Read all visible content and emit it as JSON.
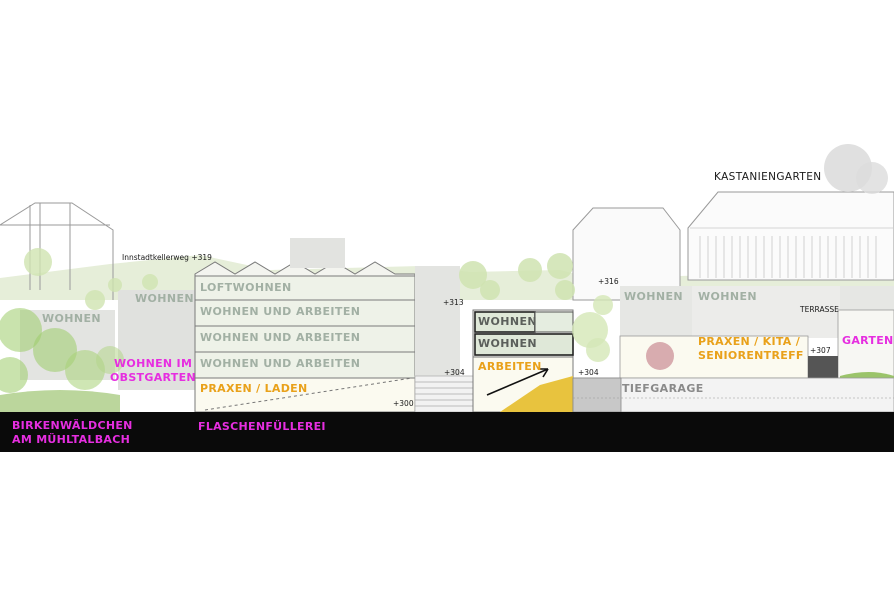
{
  "labels": {
    "kastaniengarten": "KASTANIENGARTEN",
    "innstadtkellerweg": "Innstadtkellerweg +319",
    "wohnen_left": "WOHNEN",
    "wohnen_left2": "WOHNEN",
    "loftwohnen": "LOFTWOHNEN",
    "wohnen_arbeiten_1": "WOHNEN UND ARBEITEN",
    "wohnen_arbeiten_2": "WOHNEN UND ARBEITEN",
    "wohnen_arbeiten_3": "WOHNEN UND ARBEITEN",
    "praxen_laden": "PRAXEN / LADEN",
    "wohnen_im": "WOHNEN IM",
    "obstgarten": "OBSTGARTEN",
    "birkenwaeldchen": "BIRKENWÄLDCHEN",
    "am_muehltalbach": "AM MÜHLTALBACH",
    "flaschenfuellerei": "FLASCHENFÜLLEREI",
    "wohnen_mid_1": "WOHNEN",
    "wohnen_mid_2": "WOHNEN",
    "arbeiten": "ARBEITEN",
    "wohnen_right_1": "WOHNEN",
    "wohnen_right_2": "WOHNEN",
    "terrasse": "TERRASSE",
    "praxen_kita": "PRAXEN / KITA /",
    "seniorentreff": "SENIORENTREFF",
    "gartenh": "GARTENH",
    "tiefgarage": "TIEFGARAGE"
  },
  "levels": {
    "l313": "+313",
    "l316": "+316",
    "l304a": "+304",
    "l304b": "+304",
    "l300": "+300",
    "l307": "+307"
  }
}
